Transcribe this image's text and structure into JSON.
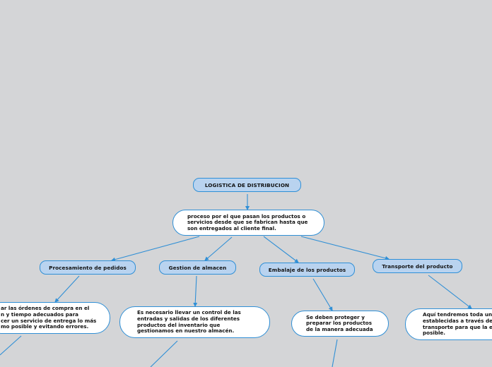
{
  "root": {
    "label": "LOGISTICA DE DISTRIBUCION"
  },
  "definition": {
    "text": "proceso por el que pasan los productos o\nservicios desde que se fabrican hasta que\nson entregados al cliente final."
  },
  "branches": [
    {
      "label": "Procesamiento de pedidos",
      "detail": "ar las órdenes de compra en el\nn y tiempo adecuados para\ncer un servicio de entrega lo más\nmo posible y evitando errores."
    },
    {
      "label": "Gestion de almacen",
      "detail": "Es necesario llevar un control de las\nentradas y salidas de los diferentes\nproductos del inventario que\ngestionamos en nuestro almacén."
    },
    {
      "label": "Embalaje de los productos",
      "detail": "Se deben proteger y\npreparar los productos\nde la manera adecuada"
    },
    {
      "label": "Transporte del producto",
      "detail": "Aquí tendremos toda una\nestablecidas a través de d\ntransporte para que la en\nposible."
    }
  ],
  "colors": {
    "background": "#d4d5d7",
    "topic_fill": "#b9d3ef",
    "border": "#2f8fd6",
    "connector": "#2f8fd6",
    "detail_fill": "#ffffff"
  }
}
